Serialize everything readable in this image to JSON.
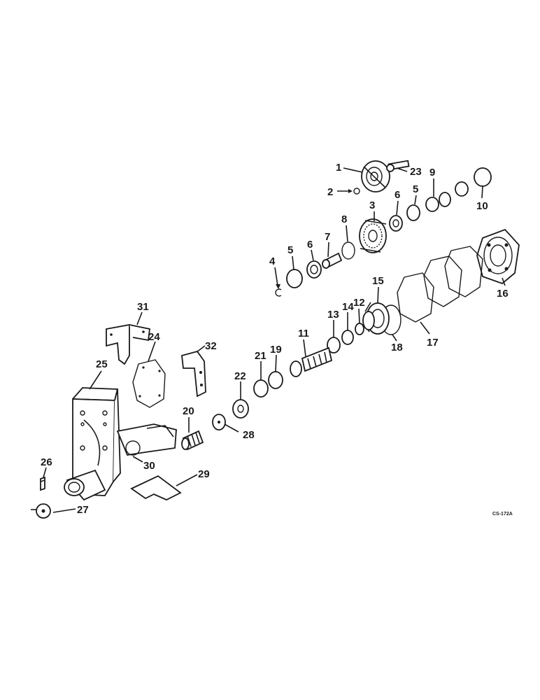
{
  "callouts": [
    "1",
    "2",
    "3",
    "4",
    "5",
    "6",
    "7",
    "8",
    "9",
    "10",
    "11",
    "12",
    "13",
    "14",
    "15",
    "16",
    "17",
    "18",
    "19",
    "20",
    "21",
    "22",
    "23",
    "24",
    "25",
    "26",
    "27",
    "28",
    "29",
    "30",
    "31",
    "32"
  ],
  "drawing_code": "CS-172A"
}
